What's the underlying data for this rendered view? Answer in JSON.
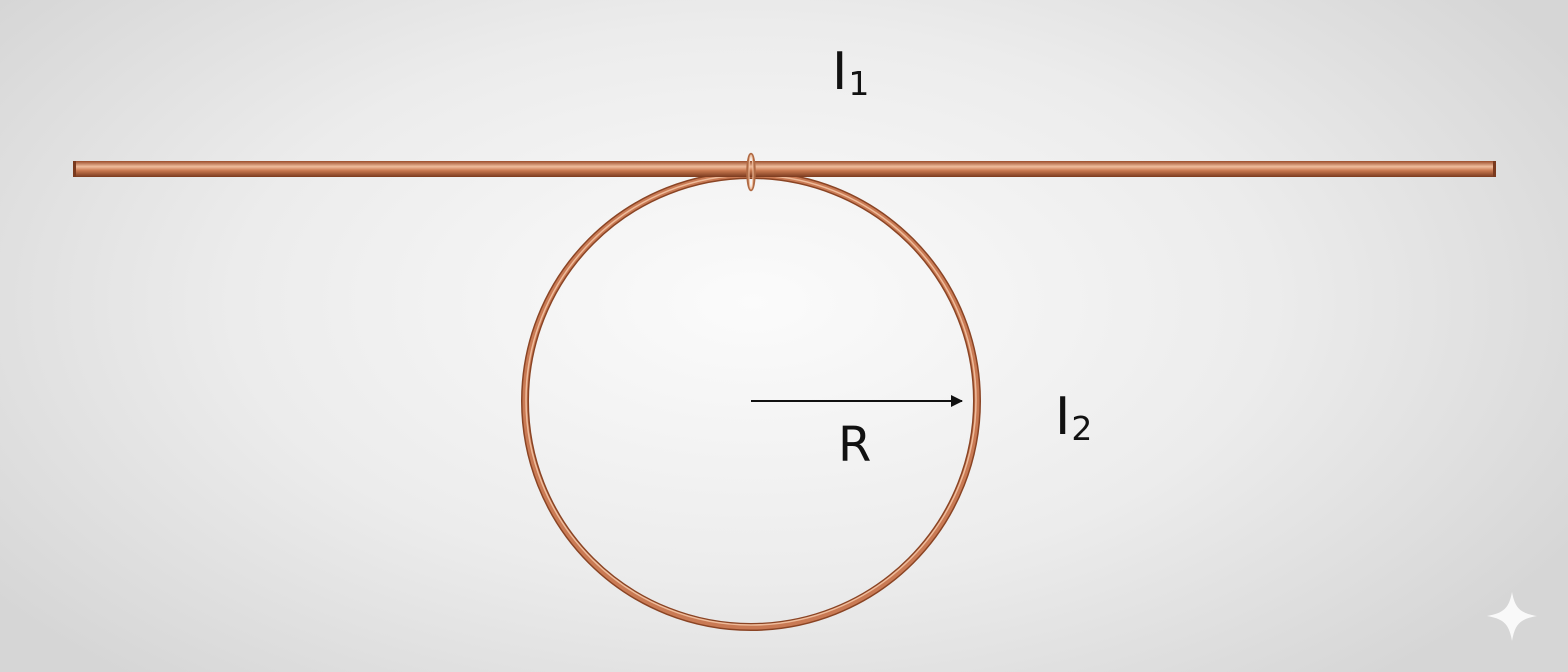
{
  "labels": {
    "current_straight": "I",
    "current_straight_sub": "1",
    "current_loop": "I",
    "current_loop_sub": "2",
    "radius": "R"
  },
  "colors": {
    "copper_dark": "#8a4424",
    "copper_mid": "#c97a54",
    "copper_light": "#f2c2a2",
    "arrow": "#111111"
  },
  "icons": {
    "watermark": "sparkle-icon"
  }
}
